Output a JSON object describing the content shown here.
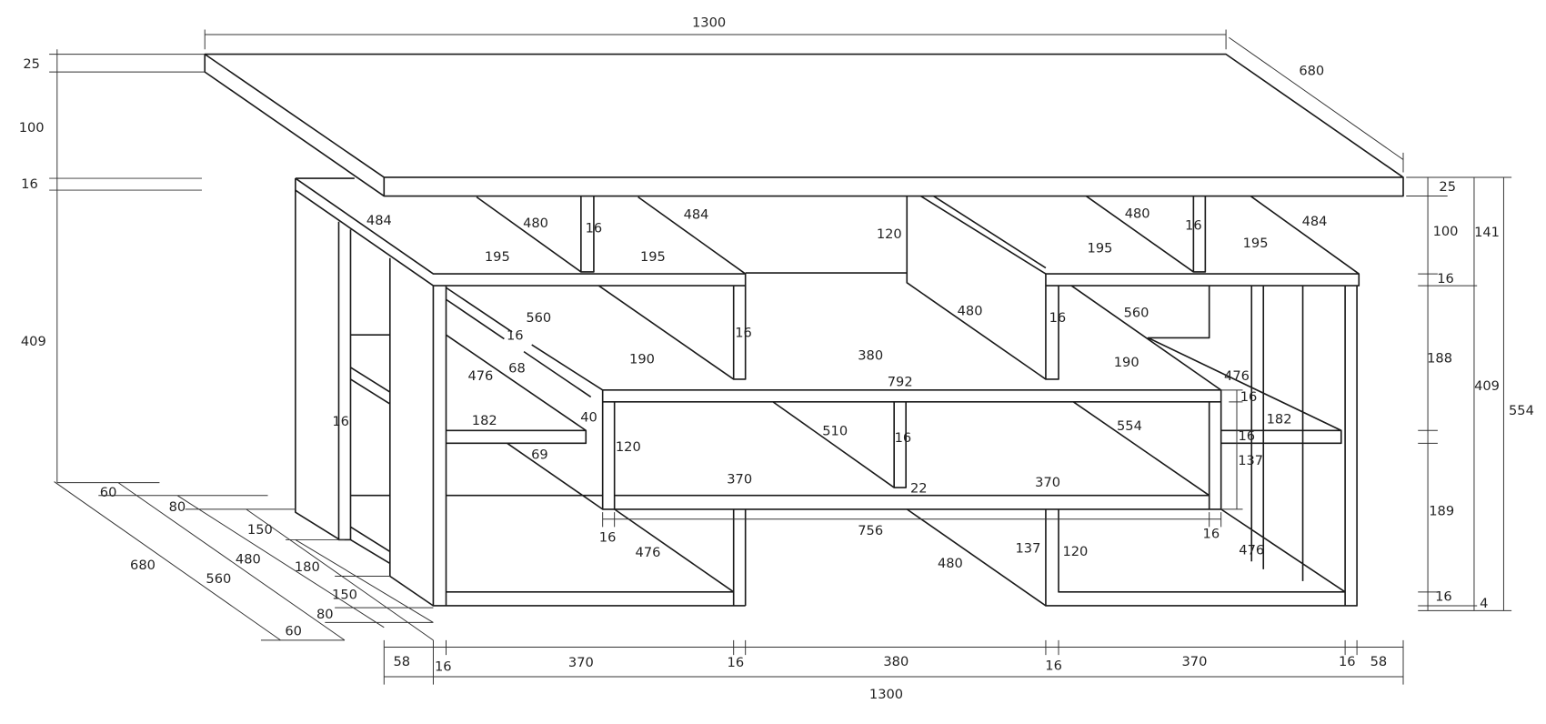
{
  "drawing": {
    "title": "Furniture assembly dimension drawing",
    "stroke_color": "#1a1a1a"
  },
  "labels": [
    "1300",
    "680",
    "25",
    "100",
    "16",
    "409",
    "484",
    "480",
    "16",
    "484",
    "195",
    "195",
    "120",
    "480",
    "16",
    "484",
    "195",
    "195",
    "560",
    "16",
    "190",
    "16",
    "380",
    "480",
    "16",
    "560",
    "190",
    "476",
    "68",
    "792",
    "476",
    "16",
    "182",
    "40",
    "510",
    "16",
    "554",
    "182",
    "16",
    "120",
    "69",
    "137",
    "370",
    "22",
    "370",
    "189",
    "16",
    "756",
    "16",
    "476",
    "480",
    "137",
    "120",
    "476",
    "16",
    "4",
    "16",
    "25",
    "100",
    "141",
    "16",
    "188",
    "409",
    "554",
    "60",
    "80",
    "150",
    "680",
    "480",
    "180",
    "560",
    "150",
    "80",
    "60",
    "58",
    "16",
    "370",
    "16",
    "380",
    "16",
    "370",
    "16",
    "58",
    "1300"
  ]
}
